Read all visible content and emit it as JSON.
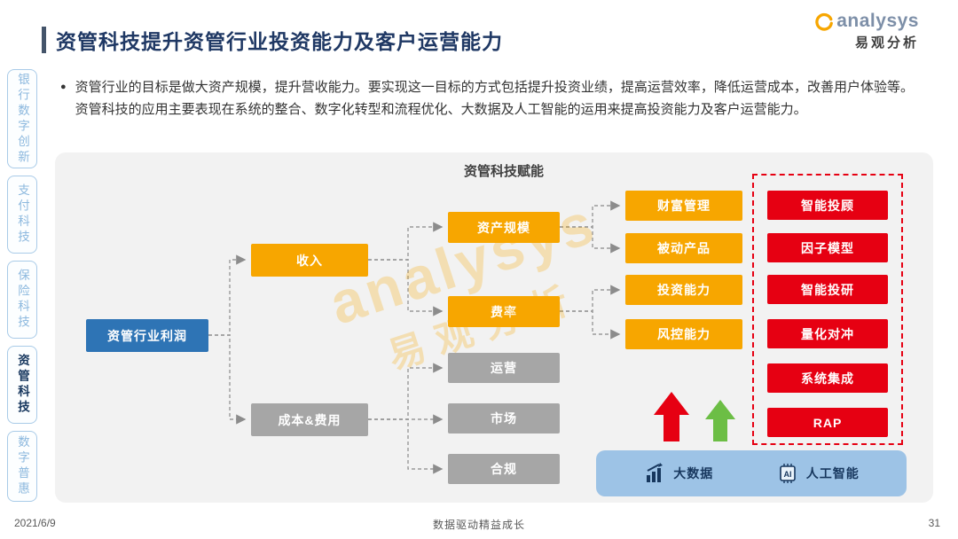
{
  "header": {
    "title": "资管科技提升资管行业投资能力及客户运营能力",
    "bullet_marker": "●",
    "bullet": "资管行业的目标是做大资产规模，提升营收能力。要实现这一目标的方式包括提升投资业绩，提高运营效率，降低运营成本，改善用户体验等。资管科技的应用主要表现在系统的整合、数字化转型和流程优化、大数据及人工智能的运用来提高投资能力及客户运营能力。"
  },
  "logo": {
    "name": "analysys",
    "cn": "易观分析"
  },
  "watermark": {
    "line1": "analysys",
    "line2": "易观分析"
  },
  "sidebar": {
    "items": [
      "银行数字创新",
      "支付科技",
      "保险科技",
      "资管科技",
      "数字普惠"
    ],
    "active_index": 3
  },
  "diagram": {
    "title": "资管科技赋能",
    "nodes": {
      "root": "资管行业利润",
      "income": "收入",
      "cost": "成本&费用",
      "scale": "资产规模",
      "rate": "费率",
      "ops": "运营",
      "market": "市场",
      "compliance": "合规",
      "wealth": "财富管理",
      "passive": "被动产品",
      "invest": "投资能力",
      "risk": "风控能力"
    },
    "tech_items": [
      "智能投顾",
      "因子模型",
      "智能投研",
      "量化对冲",
      "系统集成",
      "RAP"
    ],
    "bottom": {
      "bigdata": "大数据",
      "ai": "人工智能",
      "ai_icon_text": "AI"
    }
  },
  "footer": {
    "date": "2021/6/9",
    "slogan": "数据驱动精益成长",
    "page": "31"
  },
  "colors": {
    "accent_orange": "#F7A600",
    "node_blue": "#2E74B5",
    "node_gray": "#A6A6A6",
    "tech_red": "#E60012",
    "arrow_green": "#6CBE45",
    "sidebar_blue": "#8CB8DE",
    "bar_bg": "#9DC3E6",
    "title_navy": "#1F3864"
  }
}
